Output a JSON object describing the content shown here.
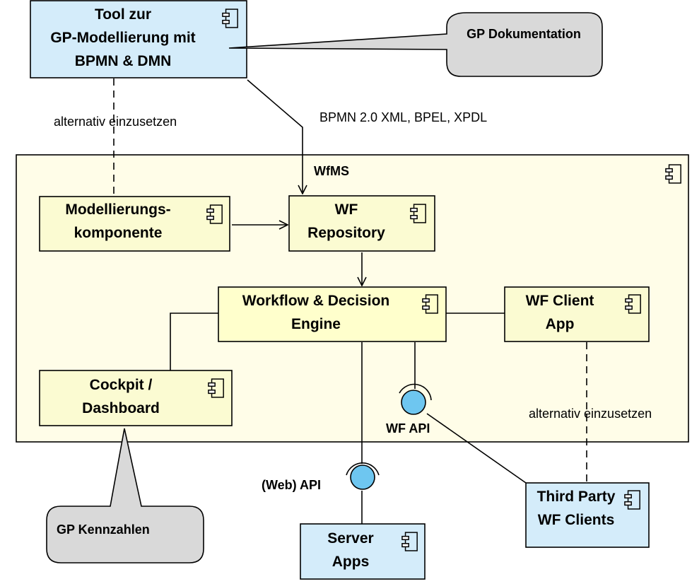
{
  "colors": {
    "blue_box": "#d4ecfa",
    "yellow_box": "#fbfbd2",
    "wfms_fill": "#fffde8",
    "engine_fill": "#ffffcc",
    "note_fill": "#d9d9d9",
    "interface": "#6ec6f0"
  },
  "tool": {
    "line1": "Tool zur",
    "line2": "GP-Modellierung mit",
    "line3": "BPMN & DMN"
  },
  "note_doc": {
    "label": "GP Dokumentation"
  },
  "note_kpi": {
    "label": "GP Kennzahlen"
  },
  "edge_formats": {
    "label": "BPMN 2.0 XML, BPEL, XPDL"
  },
  "edge_alt_left": {
    "label": "alternativ einzusetzen"
  },
  "edge_alt_right": {
    "label": "alternativ einzusetzen"
  },
  "wfms": {
    "label": "WfMS"
  },
  "modelling": {
    "line1": "Modellierungs-",
    "line2": "komponente"
  },
  "repository": {
    "line1": "WF",
    "line2": "Repository"
  },
  "engine": {
    "line1": "Workflow & Decision",
    "line2": "Engine"
  },
  "client_app": {
    "line1": "WF Client",
    "line2": "App"
  },
  "cockpit": {
    "line1": "Cockpit /",
    "line2": "Dashboard"
  },
  "wf_api": {
    "label": "WF API"
  },
  "web_api": {
    "label": "(Web) API"
  },
  "server_apps": {
    "line1": "Server",
    "line2": "Apps"
  },
  "third_party": {
    "line1": "Third Party",
    "line2": "WF Clients"
  },
  "icons": {
    "component": "component-icon"
  }
}
